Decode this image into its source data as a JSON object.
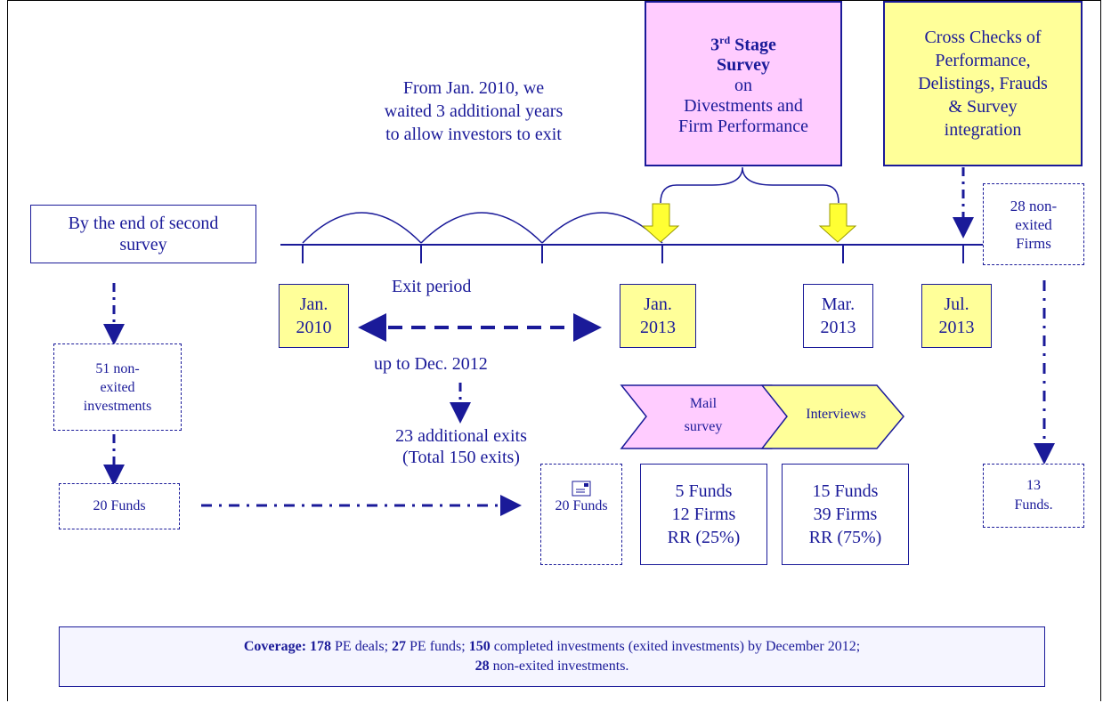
{
  "left_box": {
    "line1": "By the end of second",
    "line2": "survey"
  },
  "intro_text": {
    "line1": "From Jan. 2010, we",
    "line2": "waited 3 additional years",
    "line3": "to allow investors to exit"
  },
  "stage_box": {
    "line1_sup_base": "3",
    "line1_sup": "rd",
    "line1_rest": " Stage",
    "line2": "Survey",
    "line3": "on",
    "line4": "Divestments and",
    "line5": "Firm Performance"
  },
  "cross_box": {
    "line1": "Cross Checks of",
    "line2": "Performance,",
    "line3": "Delistings, Frauds",
    "line4": "& Survey",
    "line5": "integration"
  },
  "nonexited_firms": {
    "line1": "28 non-",
    "line2": "exited",
    "line3": "Firms"
  },
  "exit_period": "Exit period",
  "dates": {
    "jan2010": {
      "line1": "Jan.",
      "line2": "2010"
    },
    "jan2013": {
      "line1": "Jan.",
      "line2": "2013"
    },
    "mar2013": {
      "line1": "Mar.",
      "line2": "2013"
    },
    "jul2013": {
      "line1": "Jul.",
      "line2": "2013"
    }
  },
  "up_to": "up to Dec. 2012",
  "additional_exits": {
    "line1": "23 additional exits",
    "line2": "(Total 150 exits)"
  },
  "non_exited_investments": {
    "line1": "51 non-",
    "line2": "exited",
    "line3": "investments"
  },
  "funds_20_left": "20 Funds",
  "funds_20_mail": "20 Funds",
  "mail_survey": {
    "line1": "Mail",
    "line2": "survey"
  },
  "interviews": "Interviews",
  "mail_results": {
    "line1": "5 Funds",
    "line2": "12 Firms",
    "line3": "RR (25%)"
  },
  "interview_results": {
    "line1": "15 Funds",
    "line2": "39 Firms",
    "line3": "RR (75%)"
  },
  "funds_13": {
    "line1": "13",
    "line2": "Funds."
  },
  "coverage": {
    "label": "Coverage:",
    "n178": " 178",
    "t1": " PE deals; ",
    "n27": "27",
    "t2": " PE funds; ",
    "n150": "150",
    "t3": " completed investments (exited investments) by December 2012;",
    "n28": "28",
    "t4": " non-exited investments."
  },
  "colors": {
    "navy": "#1a1a99",
    "yellow": "#ffff99",
    "pink": "#ffccff",
    "arrow_yellow": "#ffff33"
  }
}
